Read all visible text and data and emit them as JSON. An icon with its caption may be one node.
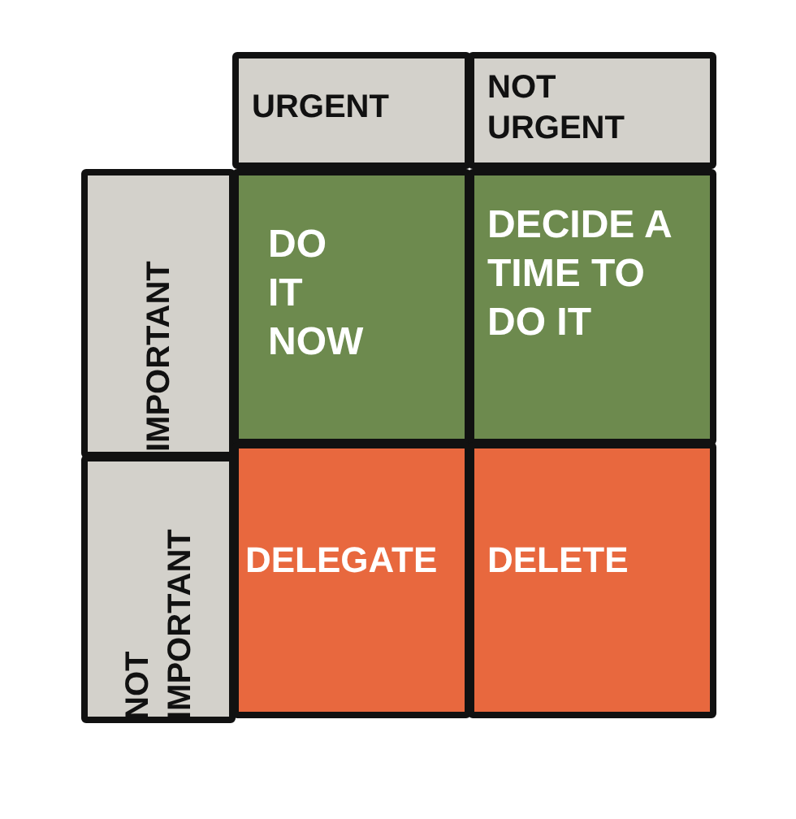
{
  "diagram": {
    "nodes": [
      {
        "text": [
          "URGENT"
        ]
      },
      {
        "text": [
          "NOT URGENT"
        ]
      },
      {
        "text": [
          "IMPORTANT"
        ]
      },
      {
        "text": [
          "DO IT NOW"
        ]
      },
      {
        "text": [
          "DECIDE A TIME TO DO IT"
        ]
      },
      {
        "text": [
          "NOT IMPORTANT"
        ]
      },
      {
        "text": [
          "DELEGATE"
        ]
      },
      {
        "text": [
          "DELETE"
        ]
      }
    ]
  }
}
